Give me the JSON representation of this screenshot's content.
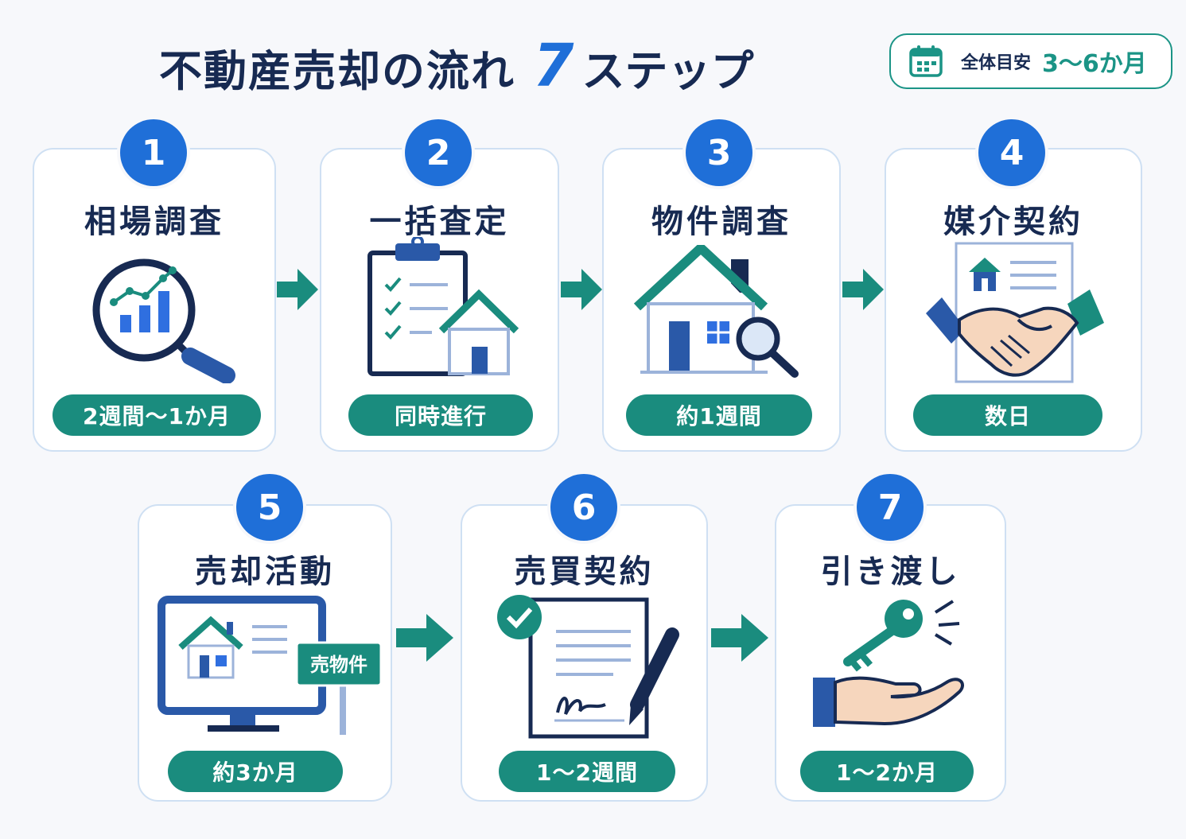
{
  "header": {
    "title_main": "不動産売却の流れ",
    "title_number": "7",
    "title_suffix": "ステップ"
  },
  "overall": {
    "label": "全体目安",
    "value": "3～6か月",
    "icon": "calendar-icon"
  },
  "colors": {
    "navy": "#172a52",
    "blue": "#1f6fd8",
    "teal": "#1a8c7e",
    "card_border": "#cfe0f3"
  },
  "steps": [
    {
      "number": "1",
      "title": "相場調査",
      "duration": "2週間～1か月",
      "icon": "market-research-icon"
    },
    {
      "number": "2",
      "title": "一括査定",
      "duration": "同時進行",
      "icon": "appraisal-checklist-icon"
    },
    {
      "number": "3",
      "title": "物件調査",
      "duration": "約1週間",
      "icon": "property-inspection-icon"
    },
    {
      "number": "4",
      "title": "媒介契約",
      "duration": "数日",
      "icon": "handshake-contract-icon"
    },
    {
      "number": "5",
      "title": "売却活動",
      "duration": "約3か月",
      "icon": "online-listing-icon",
      "sign_label": "売物件"
    },
    {
      "number": "6",
      "title": "売買契約",
      "duration": "1～2週間",
      "icon": "signed-contract-icon"
    },
    {
      "number": "7",
      "title": "引き渡し",
      "duration": "1～2か月",
      "icon": "key-handover-icon"
    }
  ]
}
